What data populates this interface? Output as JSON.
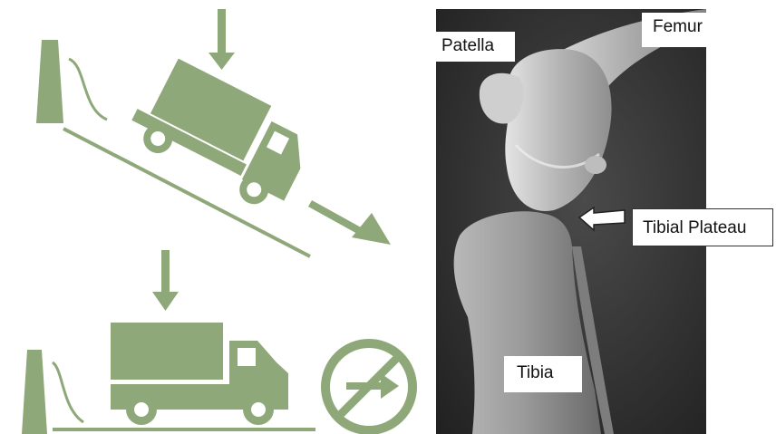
{
  "colors": {
    "icon_green": "#8fa87a",
    "xray_background": "#3a3a3a",
    "bone": "#c8c8c8",
    "label_background": "#ffffff"
  },
  "diagram": {
    "top_scene": {
      "icons": [
        "down-arrow-icon",
        "wheel-chock-icon",
        "truck-icon",
        "slope-line",
        "downhill-arrow-icon"
      ],
      "description_state": "truck on slope"
    },
    "bottom_scene": {
      "icons": [
        "down-arrow-icon",
        "wheel-chock-icon",
        "truck-icon",
        "ground-line",
        "no-movement-icon"
      ],
      "description_state": "truck on flat ground"
    }
  },
  "xray": {
    "labels": {
      "patella": "Patella",
      "femur": "Femur",
      "tibial_plateau": "Tibial Plateau",
      "tibia": "Tibia"
    },
    "pointer": "white-arrow-icon"
  }
}
